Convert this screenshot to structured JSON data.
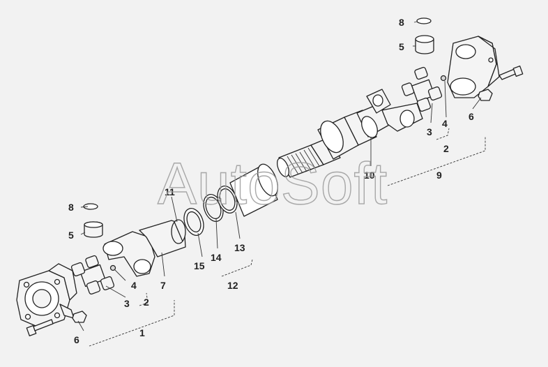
{
  "watermark": "AutoSoft",
  "callouts": {
    "c1": "1",
    "c2a": "2",
    "c2b": "2",
    "c3a": "3",
    "c3b": "3",
    "c4a": "4",
    "c4b": "4",
    "c5a": "5",
    "c5b": "5",
    "c6a": "6",
    "c6b": "6",
    "c7": "7",
    "c8a": "8",
    "c8b": "8",
    "c9": "9",
    "c10": "10",
    "c11": "11",
    "c12": "12",
    "c13": "13",
    "c14": "14",
    "c15": "15"
  }
}
